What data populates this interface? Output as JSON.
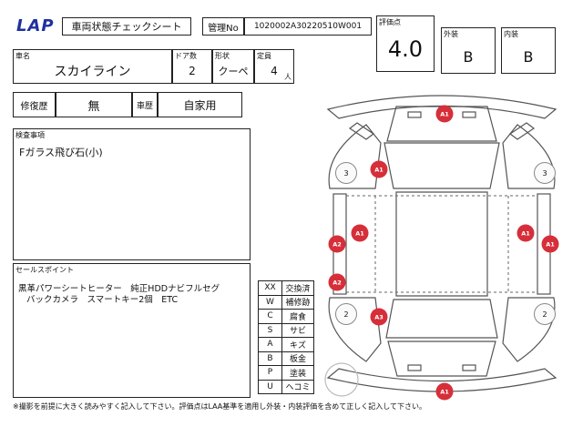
{
  "header": {
    "logo": "LAP",
    "sheet_title": "車両状態チェックシート",
    "mgmt_label": "管理No",
    "mgmt_no": "1020002A30220510W001"
  },
  "grades": {
    "score_label": "評価点",
    "score": "4.0",
    "exterior_label": "外装",
    "exterior": "B",
    "interior_label": "内装",
    "interior": "B"
  },
  "vehicle": {
    "name_label": "車名",
    "name": "スカイライン",
    "doors_label": "ドア数",
    "doors": "2",
    "body_label": "形状",
    "body": "クーペ",
    "seats_label": "定員",
    "seats": "4",
    "seats_unit": "人"
  },
  "history": {
    "repair_label": "修復歴",
    "repair": "無",
    "usage_label": "車歴",
    "usage": "自家用"
  },
  "inspection": {
    "label": "検査事項",
    "text": "Fガラス飛び石(小)"
  },
  "selling_points": {
    "label": "セールスポイント",
    "line1": "黒革パワーシートヒーター　純正HDDナビフルセグ",
    "line2": "バックカメラ　スマートキー2個　ETC"
  },
  "legend": [
    {
      "code": "XX",
      "meaning": "交換済"
    },
    {
      "code": "W",
      "meaning": "補修跡"
    },
    {
      "code": "C",
      "meaning": "腐食"
    },
    {
      "code": "S",
      "meaning": "サビ"
    },
    {
      "code": "A",
      "meaning": "キズ"
    },
    {
      "code": "B",
      "meaning": "板金"
    },
    {
      "code": "P",
      "meaning": "塗装"
    },
    {
      "code": "U",
      "meaning": "ヘコミ"
    }
  ],
  "damage_markers": [
    "A1",
    "A1",
    "A1",
    "A1",
    "A2",
    "A1",
    "A2",
    "A3",
    "A1"
  ],
  "tire_grades": [
    "3",
    "3",
    "2",
    "2"
  ],
  "footer_note": "※撮影を前提に大きく読みやすく記入して下さい。評価点はLAA基準を適用し外装・内装評価を含めて正しく記入して下さい。"
}
